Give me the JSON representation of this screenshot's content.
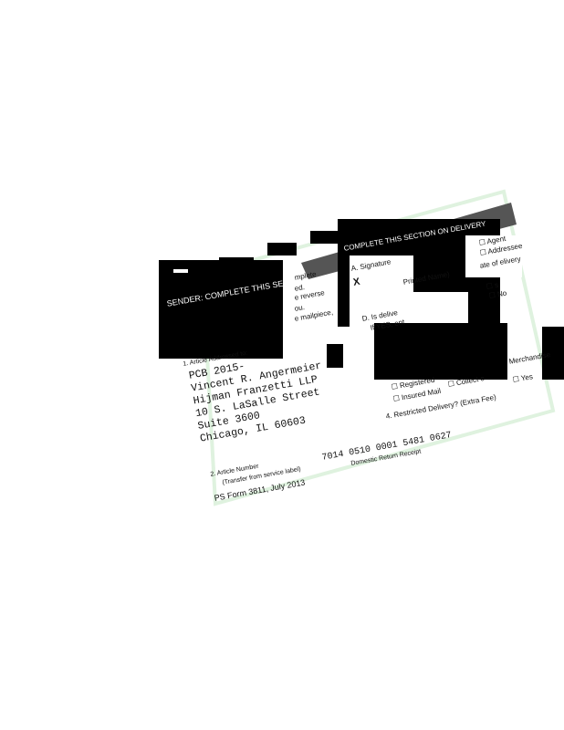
{
  "form": {
    "sender_header": "SENDER: COMPLETE THIS SECTION",
    "delivery_header": "COMPLETE THIS SECTION ON DELIVERY",
    "sender_fragments": [
      "mplete",
      "ed.",
      "e reverse",
      "ou.",
      "e mailpiece,"
    ],
    "signature_label": "A. Signature",
    "signature_mark": "X",
    "agent": "Agent",
    "addressee": "Addressee",
    "date_of_delivery": "ate of  elivery",
    "printed_name": "Printed Name)",
    "yes_short": "s",
    "no": "No",
    "delivery_address_q": "D. Is delive",
    "if_yes": "If YES, ent",
    "article_addressed_to": "1. Article Addressed to:",
    "registered": "Registered",
    "insured_mail": "Insured Mail",
    "collect": "Collect o",
    "merchandise": "Merchandise",
    "yes": "Yes",
    "restricted_delivery": "4. Restricted Delivery? (Extra Fee)",
    "address_lines": [
      "PCB 2015-",
      "Vincent R. Angermeier",
      "Hijman Franzetti LLP",
      "10 S. LaSalle Street",
      "Suite 3600",
      "Chicago, IL 60603"
    ],
    "article_number_label": "2. Article Number",
    "transfer_label": "(Transfer from service label)",
    "article_number": "7014 0510 0001 5481 0627",
    "form_id": "PS Form 3811, July 2013",
    "receipt_type": "Domestic Return Receipt"
  }
}
